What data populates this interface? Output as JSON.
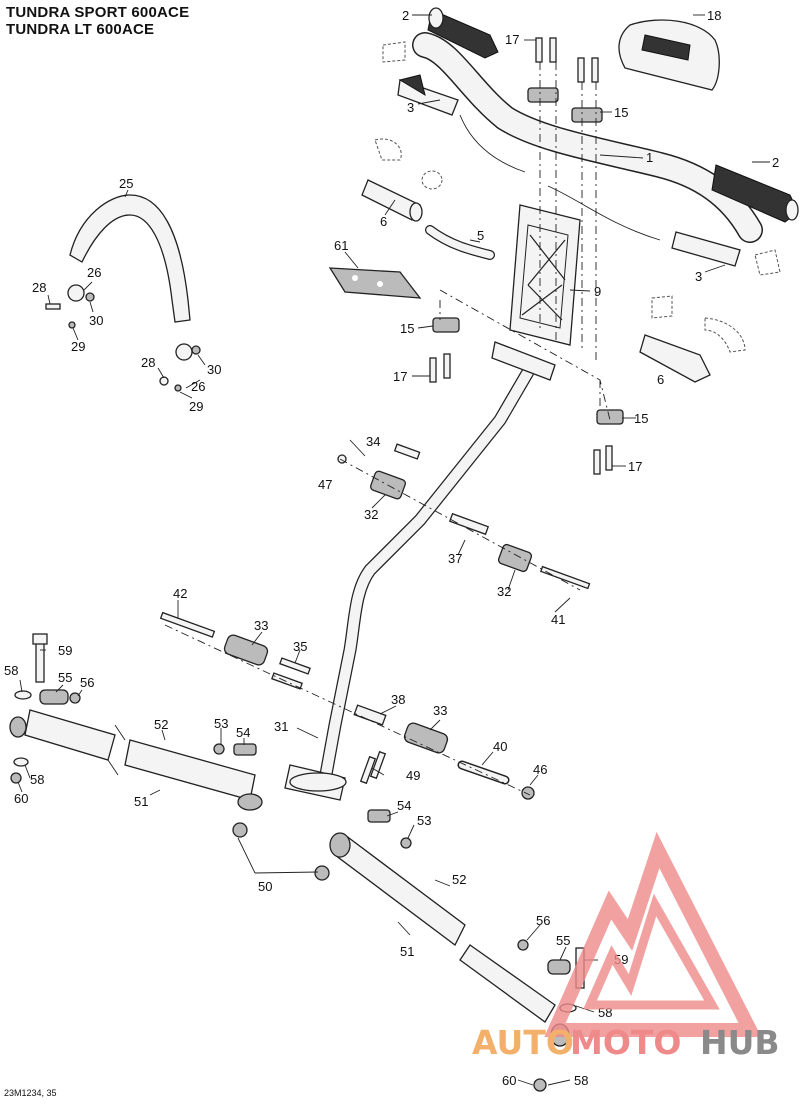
{
  "titles": [
    "TUNDRA SPORT 600ACE",
    "TUNDRA LT 600ACE"
  ],
  "diagram_code": "23M1234, 35",
  "watermark": {
    "part1": "AUTO",
    "part2": "MOTO",
    "part3": "HUB",
    "color1": "#f2b06b",
    "color2": "#ef8a8a",
    "color3": "#8a8a8a"
  },
  "callouts": {
    "c1": "1",
    "c2a": "2",
    "c2b": "2",
    "c3a": "3",
    "c3b": "3",
    "c5": "5",
    "c6a": "6",
    "c6b": "6",
    "c9": "9",
    "c15a": "15",
    "c15b": "15",
    "c15c": "15",
    "c17a": "17",
    "c17b": "17",
    "c17c": "17",
    "c18": "18",
    "c25": "25",
    "c26a": "26",
    "c26b": "26",
    "c28a": "28",
    "c28b": "28",
    "c29a": "29",
    "c29b": "29",
    "c30a": "30",
    "c30b": "30",
    "c31": "31",
    "c32a": "32",
    "c32b": "32",
    "c33a": "33",
    "c33b": "33",
    "c34": "34",
    "c35": "35",
    "c37": "37",
    "c38": "38",
    "c40": "40",
    "c41": "41",
    "c42": "42",
    "c46": "46",
    "c47": "47",
    "c49": "49",
    "c50": "50",
    "c51a": "51",
    "c51b": "51",
    "c52a": "52",
    "c52b": "52",
    "c53a": "53",
    "c53b": "53",
    "c54a": "54",
    "c54b": "54",
    "c55a": "55",
    "c55b": "55",
    "c56a": "56",
    "c56b": "56",
    "c58a": "58",
    "c58b": "58",
    "c58c": "58",
    "c58d": "58",
    "c59a": "59",
    "c59b": "59",
    "c60a": "60",
    "c60b": "60",
    "c61": "61"
  }
}
